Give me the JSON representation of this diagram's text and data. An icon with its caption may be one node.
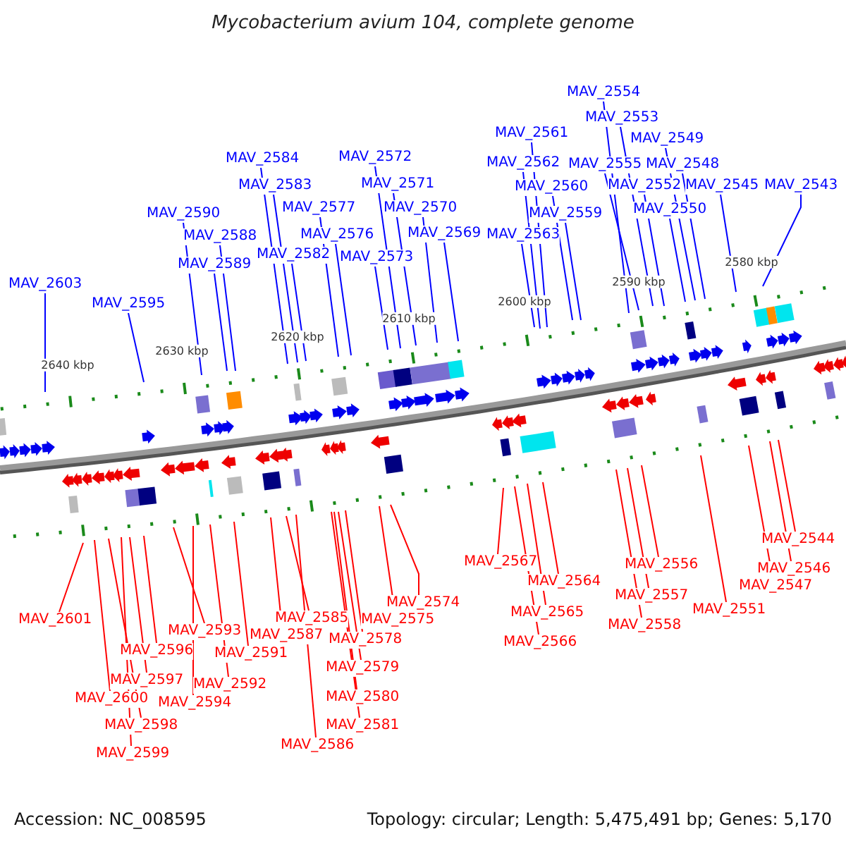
{
  "diagram": {
    "title": "Mycobacterium avium 104, complete genome",
    "nodes": [
      {
        "text": [
          "MAV_2603"
        ]
      },
      {
        "text": [
          "MAV_2595"
        ]
      },
      {
        "text": [
          "MAV_2590"
        ]
      },
      {
        "text": [
          "MAV_2588"
        ]
      },
      {
        "text": [
          "MAV_2589"
        ]
      },
      {
        "text": [
          "MAV_2584"
        ]
      },
      {
        "text": [
          "MAV_2583"
        ]
      },
      {
        "text": [
          "MAV_2582"
        ]
      },
      {
        "text": [
          "MAV_2577"
        ]
      },
      {
        "text": [
          "MAV_2576"
        ]
      },
      {
        "text": [
          "MAV_2572"
        ]
      },
      {
        "text": [
          "MAV_2571"
        ]
      },
      {
        "text": [
          "MAV_2570"
        ]
      },
      {
        "text": [
          "MAV_2573"
        ]
      },
      {
        "text": [
          "MAV_2569"
        ]
      },
      {
        "text": [
          "MAV_2561"
        ]
      },
      {
        "text": [
          "MAV_2562"
        ]
      },
      {
        "text": [
          "MAV_2560"
        ]
      },
      {
        "text": [
          "MAV_2559"
        ]
      },
      {
        "text": [
          "MAV_2563"
        ]
      },
      {
        "text": [
          "MAV_2554"
        ]
      },
      {
        "text": [
          "MAV_2553"
        ]
      },
      {
        "text": [
          "MAV_2555"
        ]
      },
      {
        "text": [
          "MAV_2549"
        ]
      },
      {
        "text": [
          "MAV_2548"
        ]
      },
      {
        "text": [
          "MAV_2552"
        ]
      },
      {
        "text": [
          "MAV_2550"
        ]
      },
      {
        "text": [
          "MAV_2545"
        ]
      },
      {
        "text": [
          "MAV_2543"
        ]
      },
      {
        "text": [
          "MAV_2601"
        ]
      },
      {
        "text": [
          "MAV_2600"
        ]
      },
      {
        "text": [
          "MAV_2597"
        ]
      },
      {
        "text": [
          "MAV_2596"
        ]
      },
      {
        "text": [
          "MAV_2598"
        ]
      },
      {
        "text": [
          "MAV_2599"
        ]
      },
      {
        "text": [
          "MAV_2593"
        ]
      },
      {
        "text": [
          "MAV_2594"
        ]
      },
      {
        "text": [
          "MAV_2592"
        ]
      },
      {
        "text": [
          "MAV_2591"
        ]
      },
      {
        "text": [
          "MAV_2587"
        ]
      },
      {
        "text": [
          "MAV_2585"
        ]
      },
      {
        "text": [
          "MAV_2586"
        ]
      },
      {
        "text": [
          "MAV_2578"
        ]
      },
      {
        "text": [
          "MAV_2579"
        ]
      },
      {
        "text": [
          "MAV_2580"
        ]
      },
      {
        "text": [
          "MAV_2581"
        ]
      },
      {
        "text": [
          "MAV_2575"
        ]
      },
      {
        "text": [
          "MAV_2574"
        ]
      },
      {
        "text": [
          "MAV_2567"
        ]
      },
      {
        "text": [
          "MAV_2564"
        ]
      },
      {
        "text": [
          "MAV_2565"
        ]
      },
      {
        "text": [
          "MAV_2566"
        ]
      },
      {
        "text": [
          "MAV_2556"
        ]
      },
      {
        "text": [
          "MAV_2557"
        ]
      },
      {
        "text": [
          "MAV_2558"
        ]
      },
      {
        "text": [
          "MAV_2551"
        ]
      },
      {
        "text": [
          "MAV_2547"
        ]
      },
      {
        "text": [
          "MAV_2546"
        ]
      },
      {
        "text": [
          "MAV_2544"
        ]
      }
    ],
    "edges": [
      {
        "from": 0,
        "to": null,
        "arrow": "none",
        "color": "#0000ff"
      },
      {
        "from": 1,
        "to": null,
        "arrow": "none",
        "color": "#0000ff"
      },
      {
        "from": 2,
        "to": null,
        "arrow": "none",
        "color": "#0000ff"
      },
      {
        "from": 3,
        "to": null,
        "arrow": "none",
        "color": "#0000ff"
      },
      {
        "from": 4,
        "to": null,
        "arrow": "none",
        "color": "#0000ff"
      },
      {
        "from": 5,
        "to": null,
        "arrow": "none",
        "color": "#0000ff"
      },
      {
        "from": 6,
        "to": null,
        "arrow": "none",
        "color": "#0000ff"
      },
      {
        "from": 7,
        "to": null,
        "arrow": "none",
        "color": "#0000ff"
      },
      {
        "from": 8,
        "to": null,
        "arrow": "none",
        "color": "#0000ff"
      },
      {
        "from": 9,
        "to": null,
        "arrow": "none",
        "color": "#0000ff"
      },
      {
        "from": 10,
        "to": null,
        "arrow": "none",
        "color": "#0000ff"
      },
      {
        "from": 11,
        "to": null,
        "arrow": "none",
        "color": "#0000ff"
      },
      {
        "from": 12,
        "to": null,
        "arrow": "none",
        "color": "#0000ff"
      },
      {
        "from": 13,
        "to": null,
        "arrow": "none",
        "color": "#0000ff"
      },
      {
        "from": 14,
        "to": null,
        "arrow": "none",
        "color": "#0000ff"
      },
      {
        "from": 15,
        "to": null,
        "arrow": "none",
        "color": "#0000ff"
      },
      {
        "from": 16,
        "to": null,
        "arrow": "none",
        "color": "#0000ff"
      },
      {
        "from": 17,
        "to": null,
        "arrow": "none",
        "color": "#0000ff"
      },
      {
        "from": 18,
        "to": null,
        "arrow": "none",
        "color": "#0000ff"
      },
      {
        "from": 19,
        "to": null,
        "arrow": "none",
        "color": "#0000ff"
      },
      {
        "from": 20,
        "to": null,
        "arrow": "none",
        "color": "#0000ff"
      },
      {
        "from": 21,
        "to": null,
        "arrow": "none",
        "color": "#0000ff"
      },
      {
        "from": 22,
        "to": null,
        "arrow": "none",
        "color": "#0000ff"
      },
      {
        "from": 23,
        "to": null,
        "arrow": "none",
        "color": "#0000ff"
      },
      {
        "from": 24,
        "to": null,
        "arrow": "none",
        "color": "#0000ff"
      },
      {
        "from": 25,
        "to": null,
        "arrow": "none",
        "color": "#0000ff"
      },
      {
        "from": 26,
        "to": null,
        "arrow": "none",
        "color": "#0000ff"
      },
      {
        "from": 27,
        "to": null,
        "arrow": "none",
        "color": "#0000ff"
      },
      {
        "from": 28,
        "to": null,
        "arrow": "none",
        "color": "#0000ff"
      },
      {
        "from": 29,
        "to": null,
        "arrow": "none",
        "color": "#ff0000"
      },
      {
        "from": 30,
        "to": null,
        "arrow": "none",
        "color": "#ff0000"
      },
      {
        "from": 31,
        "to": null,
        "arrow": "none",
        "color": "#ff0000"
      },
      {
        "from": 32,
        "to": null,
        "arrow": "none",
        "color": "#ff0000"
      },
      {
        "from": 33,
        "to": null,
        "arrow": "none",
        "color": "#ff0000"
      },
      {
        "from": 34,
        "to": null,
        "arrow": "none",
        "color": "#ff0000"
      },
      {
        "from": 35,
        "to": null,
        "arrow": "none",
        "color": "#ff0000"
      },
      {
        "from": 36,
        "to": null,
        "arrow": "none",
        "color": "#ff0000"
      },
      {
        "from": 37,
        "to": null,
        "arrow": "none",
        "color": "#ff0000"
      },
      {
        "from": 38,
        "to": null,
        "arrow": "none",
        "color": "#ff0000"
      },
      {
        "from": 39,
        "to": null,
        "arrow": "none",
        "color": "#ff0000"
      },
      {
        "from": 40,
        "to": null,
        "arrow": "none",
        "color": "#ff0000"
      },
      {
        "from": 41,
        "to": null,
        "arrow": "none",
        "color": "#ff0000"
      },
      {
        "from": 42,
        "to": null,
        "arrow": "none",
        "color": "#ff0000"
      },
      {
        "from": 43,
        "to": null,
        "arrow": "none",
        "color": "#ff0000"
      },
      {
        "from": 44,
        "to": null,
        "arrow": "none",
        "color": "#ff0000"
      },
      {
        "from": 45,
        "to": null,
        "arrow": "none",
        "color": "#ff0000"
      },
      {
        "from": 46,
        "to": null,
        "arrow": "none",
        "color": "#ff0000"
      },
      {
        "from": 47,
        "to": null,
        "arrow": "none",
        "color": "#ff0000"
      },
      {
        "from": 48,
        "to": null,
        "arrow": "none",
        "color": "#ff0000"
      },
      {
        "from": 49,
        "to": null,
        "arrow": "none",
        "color": "#ff0000"
      },
      {
        "from": 50,
        "to": null,
        "arrow": "none",
        "color": "#ff0000"
      },
      {
        "from": 51,
        "to": null,
        "arrow": "none",
        "color": "#ff0000"
      },
      {
        "from": 52,
        "to": null,
        "arrow": "none",
        "color": "#ff0000"
      },
      {
        "from": 53,
        "to": null,
        "arrow": "none",
        "color": "#ff0000"
      },
      {
        "from": 54,
        "to": null,
        "arrow": "none",
        "color": "#ff0000"
      },
      {
        "from": 55,
        "to": null,
        "arrow": "none",
        "color": "#ff0000"
      },
      {
        "from": 56,
        "to": null,
        "arrow": "none",
        "color": "#ff0000"
      },
      {
        "from": 57,
        "to": null,
        "arrow": "none",
        "color": "#ff0000"
      },
      {
        "from": 58,
        "to": null,
        "arrow": "none",
        "color": "#ff0000"
      }
    ],
    "labels": [
      "2640 kbp",
      "2630 kbp",
      "2620 kbp",
      "2610 kbp",
      "2600 kbp",
      "2590 kbp",
      "2580 kbp",
      "Accession: NC_008595",
      "Topology: circular; Length: 5,475,491 bp; Genes: 5,170"
    ]
  }
}
